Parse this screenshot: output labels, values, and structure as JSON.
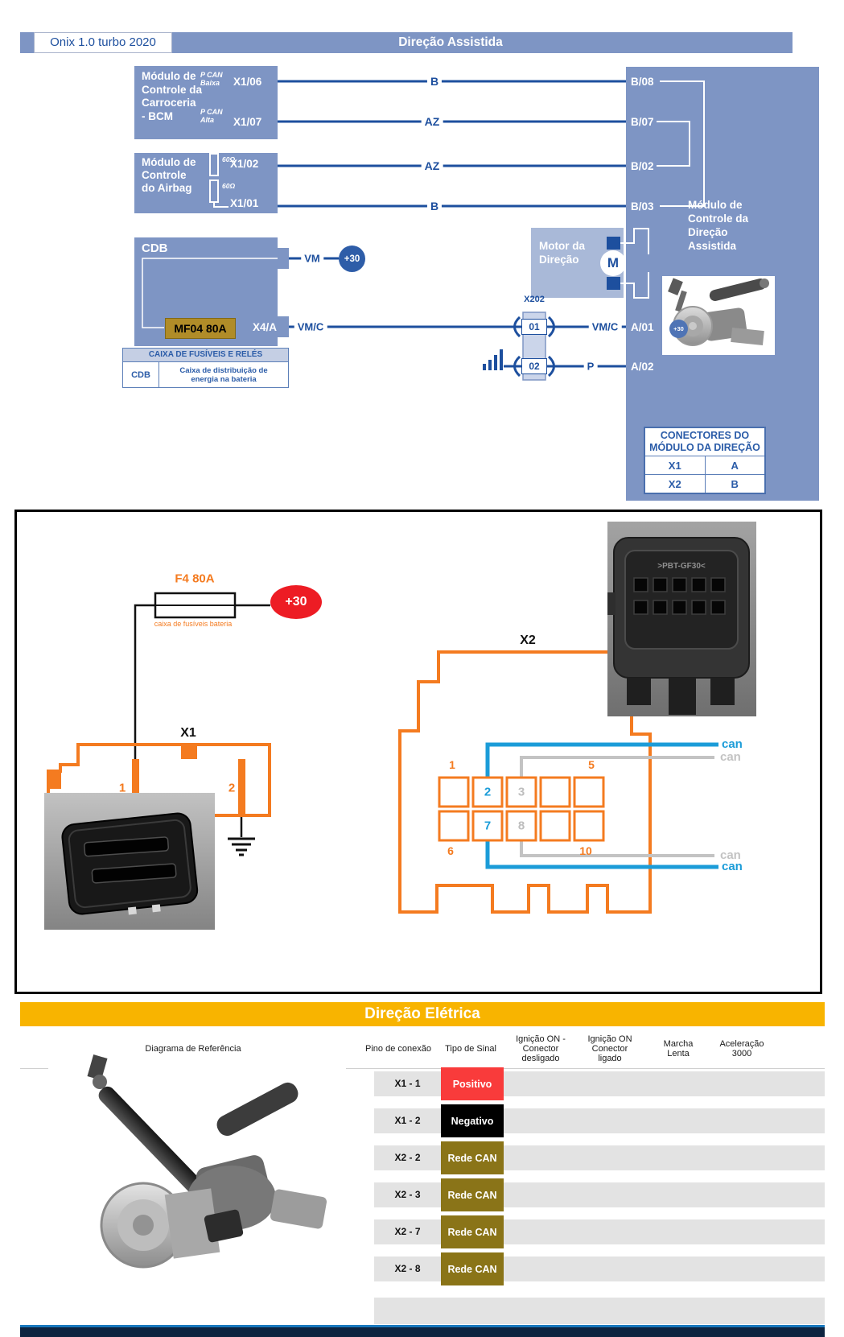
{
  "top": {
    "model_badge": "Onix 1.0 turbo 2020",
    "banner": "Direção Assistida",
    "bcm": {
      "name": "Módulo de\nControle da\nCarroceria\n- BCM",
      "tag1": "P CAN\nBaixa",
      "pin1": "X1/06",
      "tag2": "P CAN\nAlta",
      "pin2": "X1/07"
    },
    "airbag": {
      "name": "Módulo de\nControle\ndo Airbag",
      "r1": "60Ω",
      "r2": "60Ω",
      "pin1": "X1/02",
      "pin2": "X1/01"
    },
    "wire_labels": {
      "w1": "B",
      "w2": "AZ",
      "w3": "AZ",
      "w4": "B"
    },
    "module": {
      "pin1": "B/08",
      "pin2": "B/07",
      "pin3": "B/02",
      "pin4": "B/03",
      "name": "Módulo de\nControle da\nDireção\nAssistida",
      "a01": "A/01",
      "a02": "A/02",
      "plus30": "+30"
    },
    "cdb": {
      "name": "CDB",
      "fuse": "MF04 80A",
      "pin": "X4/A",
      "vm": "VM",
      "plus30": "+30",
      "vmc1": "VM/C",
      "vmc2": "VM/C"
    },
    "motor": {
      "name": "Motor da\nDireção",
      "symbol": "M"
    },
    "x202": {
      "name": "X202",
      "pin1": "01",
      "pin2": "02",
      "p": "P"
    },
    "legend": {
      "title": "CAIXA DE FUSÍVEIS E RELÉS",
      "key": "CDB",
      "value": "Caixa de distribuição de\nenergia na bateria"
    },
    "connectors": {
      "title": "CONECTORES DO\nMÓDULO DA DIREÇÃO",
      "r1c1": "X1",
      "r1c2": "A",
      "r2c1": "X2",
      "r2c2": "B"
    }
  },
  "middle": {
    "fuse": {
      "label": "F4 80A",
      "sublabel": "caixa de fusíveis bateria",
      "plus30": "+30"
    },
    "x1": {
      "title": "X1",
      "pin1": "1",
      "pin2": "2"
    },
    "x2": {
      "title": "X2",
      "corner_tl": "1",
      "corner_tr": "5",
      "corner_bl": "6",
      "corner_br": "10",
      "cell_2": "2",
      "cell_3": "3",
      "cell_7": "7",
      "cell_8": "8",
      "can_top_blue": "can",
      "can_top_gray": "can",
      "can_bottom_gray": "can",
      "can_bottom_blue": "can"
    },
    "x2_photo_marking": ">PBT-GF30<"
  },
  "bottom": {
    "banner": "Direção Elétrica",
    "headers": {
      "diagrama": "Diagrama de Referência",
      "pino": "Pino de conexão",
      "tipo": "Tipo de Sinal",
      "ign_desligado": "Ignição ON -\nConector\ndesligado",
      "ign_ligado": "Ignição ON\nConector\nligado",
      "marcha": "Marcha\nLenta",
      "aceleracao": "Aceleração\n3000"
    },
    "rows": [
      {
        "pin": "X1 - 1",
        "signal": "Positivo"
      },
      {
        "pin": "X1 - 2",
        "signal": "Negativo"
      },
      {
        "pin": "X2 - 2",
        "signal": "Rede CAN"
      },
      {
        "pin": "X2 - 3",
        "signal": "Rede CAN"
      },
      {
        "pin": "X2 - 7",
        "signal": "Rede CAN"
      },
      {
        "pin": "X2 - 8",
        "signal": "Rede CAN"
      }
    ]
  },
  "colors": {
    "module_slate": "#7E95C4",
    "motor_light": "#A9B9D8",
    "wire_blue": "#1D4F9E",
    "connector_orange": "#F47B20",
    "can_blue": "#1B9CD8",
    "can_gray": "#C3C3C3",
    "fuse_gold": "#B08C28",
    "plus30_red": "#ED1C24",
    "banner_yellow": "#F8B400",
    "badge_red": "#F93B3B",
    "badge_black": "#000000",
    "badge_olive": "#8A7418",
    "row_gray": "#E3E3E3",
    "footer_navy": "#0D2440",
    "footer_blue": "#1878BD"
  }
}
